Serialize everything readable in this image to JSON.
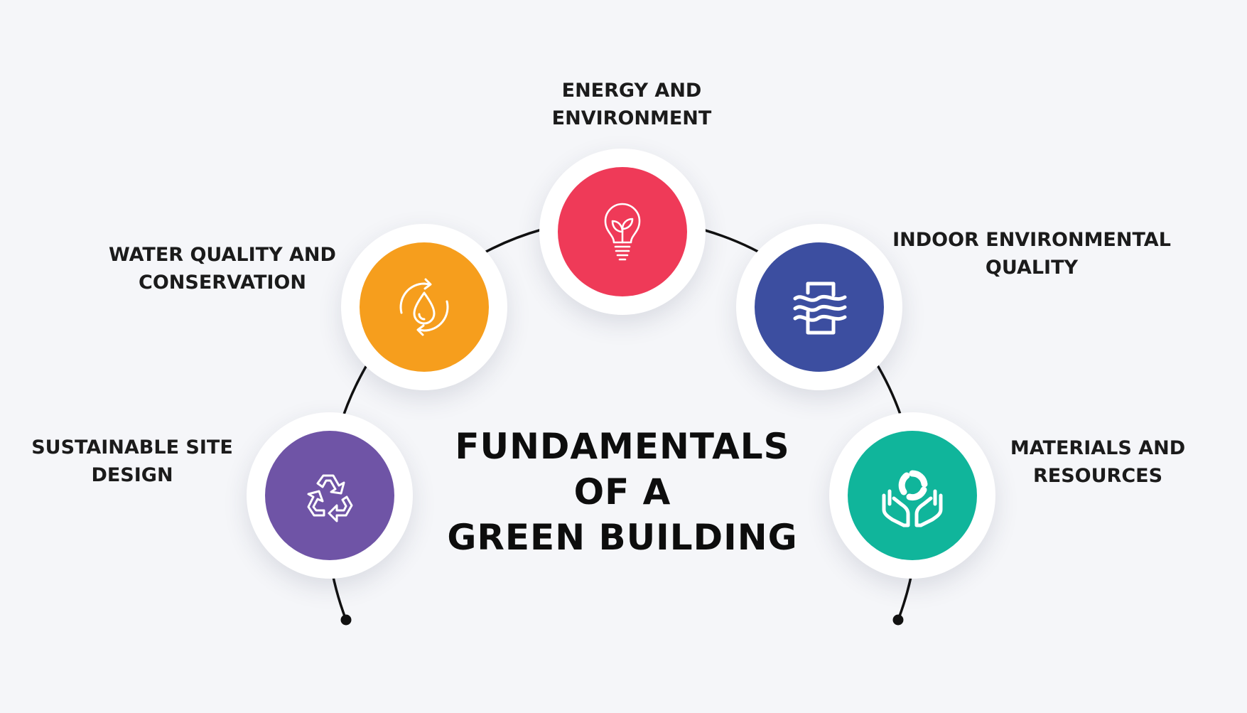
{
  "title": {
    "lines": [
      "FUNDAMENTALS",
      "OF A",
      "GREEN BUILDING"
    ]
  },
  "categories": [
    {
      "id": "sustainable-site",
      "lines": [
        "SUSTAINABLE SITE",
        "DESIGN"
      ],
      "color": "#6f54a6",
      "icon": "recycle-icon"
    },
    {
      "id": "water",
      "lines": [
        "WATER QUALITY AND",
        "CONSERVATION"
      ],
      "color": "#f69e1d",
      "icon": "water-drop-cycle-icon"
    },
    {
      "id": "energy",
      "lines": [
        "ENERGY AND",
        "ENVIRONMENT"
      ],
      "color": "#ef3a58",
      "icon": "eco-lightbulb-icon"
    },
    {
      "id": "indoor",
      "lines": [
        "INDOOR ENVIRONMENTAL",
        "QUALITY"
      ],
      "color": "#3c4ea0",
      "icon": "air-flow-icon"
    },
    {
      "id": "materials",
      "lines": [
        "MATERIALS AND",
        "RESOURCES"
      ],
      "color": "#10b59b",
      "icon": "hands-resources-icon"
    }
  ],
  "connector_color": "#111111"
}
